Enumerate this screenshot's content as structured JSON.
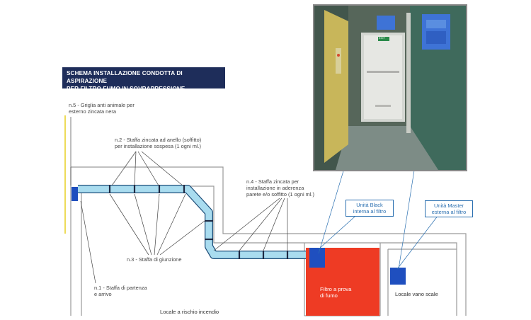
{
  "diagram": {
    "title_line1": "SCHEMA INSTALLAZIONE CONDOTTA DI ASPIRAZIONE",
    "title_line2": "PER FILTRO FUMO IN SOVRAPRESSIONE",
    "note_griglia_line1": "n.5 - Griglia anti animale per",
    "note_griglia_line2": "esterno zincata nera",
    "note_staffa_anello_line1": "n.2 - Staffa zincata ad anello (soffitto)",
    "note_staffa_anello_line2": "per installazione sospesa (1 ogni ml.)",
    "note_staffa_aderenza_line1": "n.4 - Staffa zincata per",
    "note_staffa_aderenza_line2": "installazione in aderenza",
    "note_staffa_aderenza_line3": "parete e/o soffitto (1 ogni ml.)",
    "note_giunzione": "n.3 - Staffa di giunzione",
    "note_partenza_line1": "n.1 - Staffa di partenza",
    "note_partenza_line2": "e arrivo",
    "unit_black_line1": "Unità Black",
    "unit_black_line2": "interna al filtro",
    "unit_master_line1": "Unità Master",
    "unit_master_line2": "esterna al filtro",
    "area_filtro_line1": "Filtro a prova",
    "area_filtro_line2": "di fumo",
    "area_vano_scale": "Locale vano scale",
    "area_rischio": "Locale a rischio incendio",
    "colors": {
      "title_bg": "#1e2d5a",
      "duct": "#a9dcef",
      "duct_border": "#1f4e79",
      "unit_blue": "#1f4fbf",
      "filter_red": "#ee3b24",
      "wall": "#9a9a9a",
      "callout": "#2a6fb0"
    }
  },
  "photo": {
    "door_sign": "EXIT"
  }
}
